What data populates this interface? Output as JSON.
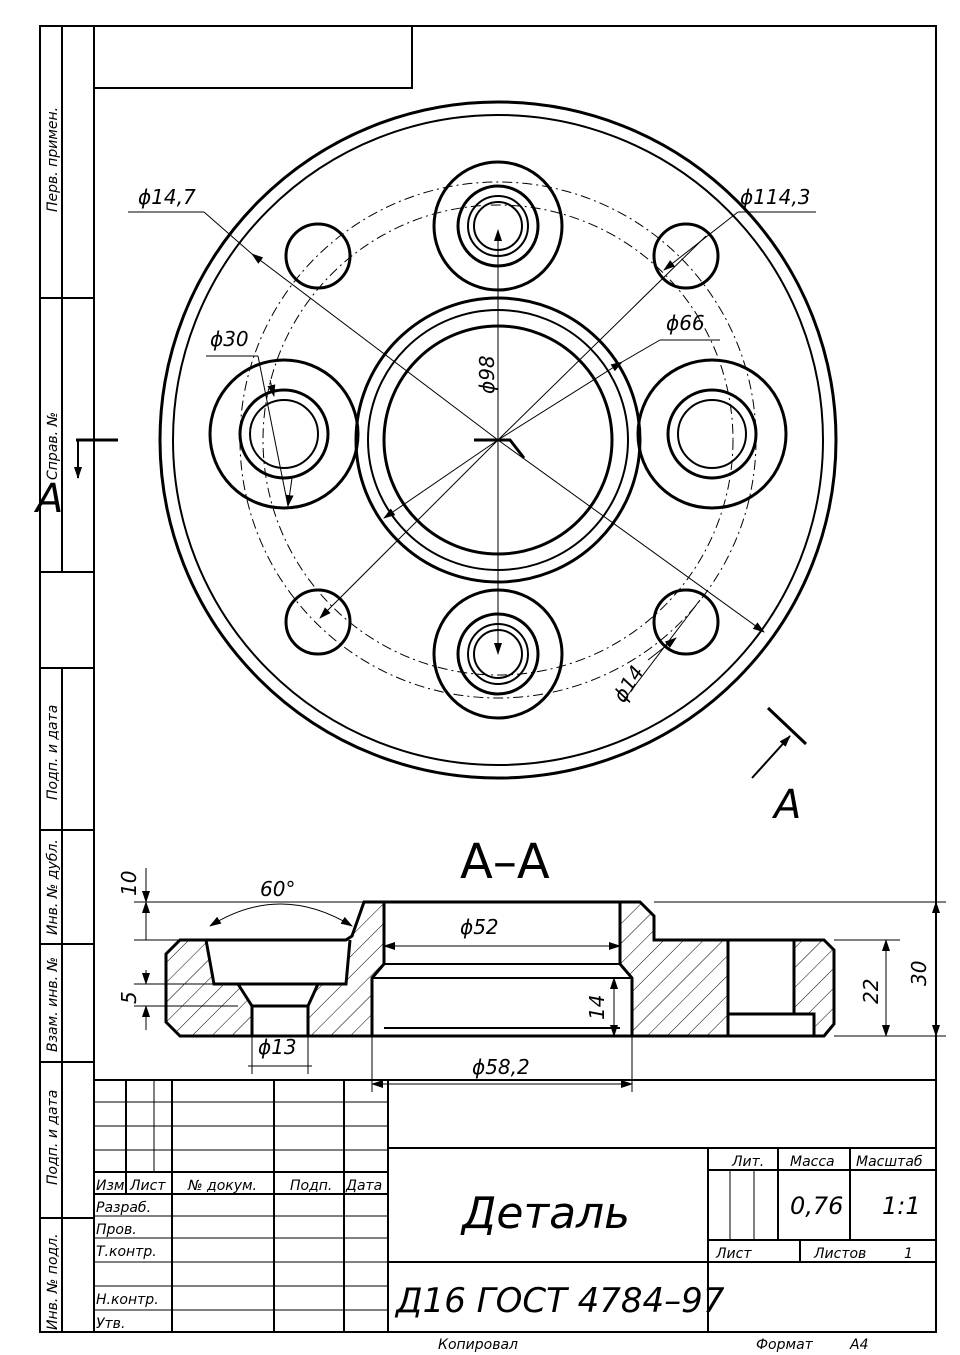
{
  "side_labels": {
    "perv_primen": "Перв. примен.",
    "sprav_no": "Справ. №",
    "podp_data_1": "Подп. и дата",
    "inv_dubl": "Инв. № дубл.",
    "vzam_inv": "Взам. инв. №",
    "podp_data_2": "Подп. и дата",
    "inv_podl": "Инв. № подл."
  },
  "dimensions": {
    "d147": "ϕ14,7",
    "d1143": "ϕ114,3",
    "d30": "ϕ30",
    "d98": "ϕ98",
    "d66": "ϕ66",
    "d14": "ϕ14",
    "d52": "ϕ52",
    "d13": "ϕ13",
    "d582": "ϕ58,2",
    "angle60": "60°",
    "h10": "10",
    "h5": "5",
    "h14": "14",
    "h22": "22",
    "h30": "30"
  },
  "section": {
    "mark_left": "A",
    "mark_right": "A",
    "title": "A–A"
  },
  "title_block": {
    "col_izm": "Изм.",
    "col_list": "Лист",
    "col_dokum": "№ докум.",
    "col_podp": "Подп.",
    "col_data": "Дата",
    "row_razrab": "Разраб.",
    "row_prov": "Пров.",
    "row_tkontr": "Т.контр.",
    "row_nkontr": "Н.контр.",
    "row_utv": "Утв.",
    "name": "Деталь",
    "material": "Д16  ГОСТ 4784–97",
    "lit_label": "Лит.",
    "massa_label": "Масса",
    "masshtab_label": "Масштаб",
    "massa_value": "0,76",
    "masshtab_value": "1:1",
    "list_label": "Лист",
    "listov_label": "Листов",
    "listov_value": "1"
  },
  "footer": {
    "kopiroval": "Копировал",
    "format_label": "Формат",
    "format_value": "А4"
  }
}
